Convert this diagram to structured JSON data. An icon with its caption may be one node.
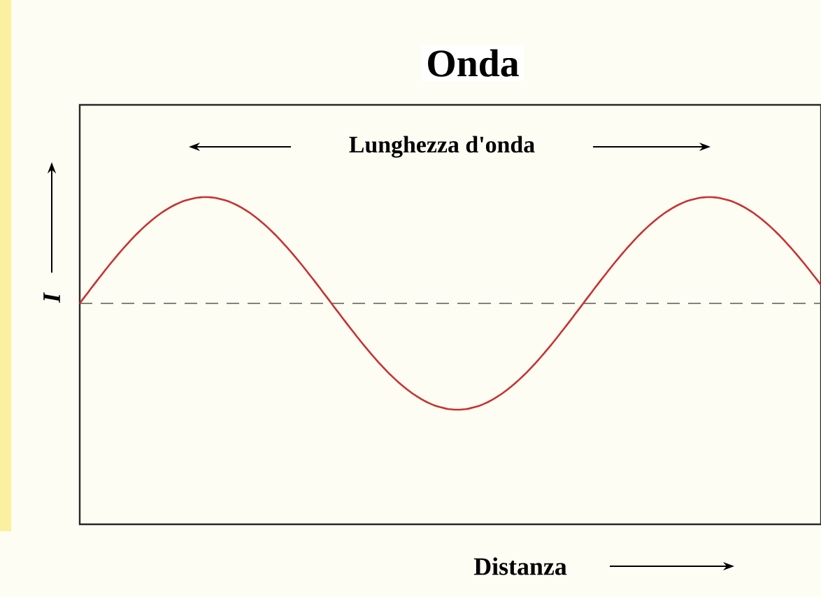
{
  "diagram": {
    "title": "Onda",
    "labels": [
      "Lunghezza d'onda",
      "I",
      "Distanza"
    ]
  }
}
